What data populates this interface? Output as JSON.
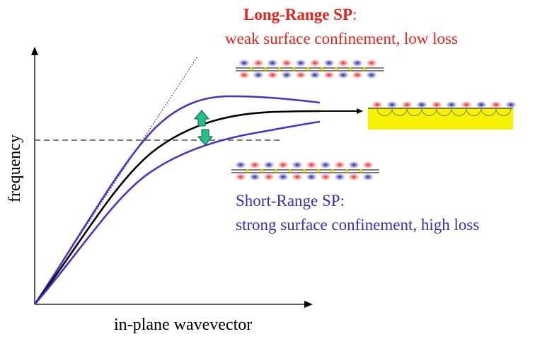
{
  "long_range": {
    "title": "Long-Range SP",
    "colon": ":",
    "description": "weak surface confinement, low loss",
    "color": "#e8221b"
  },
  "short_range": {
    "title": "Short-Range SP:",
    "description": "strong surface confinement, high loss",
    "color": "#3a2db8"
  },
  "axes": {
    "x_label": "in-plane wavevector",
    "y_label": "frequency"
  },
  "colors": {
    "coupled_curves": "#4a32c8",
    "single_interface_curve": "#000000",
    "arrow_marker": "#22c08a",
    "metal": "#f7f200",
    "charge_positive": "#e02020",
    "charge_negative": "#2a2ab0",
    "field_marker": "#f0e000"
  }
}
